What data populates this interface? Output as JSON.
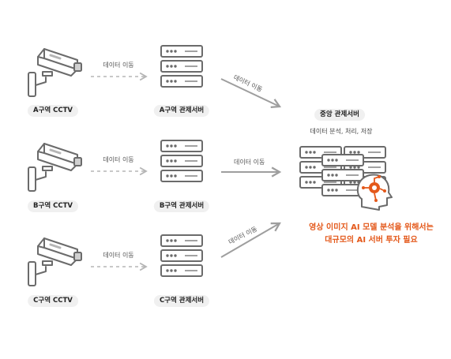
{
  "zones": [
    {
      "camera_label": "A구역 CCTV",
      "server_label": "A구역 관제서버",
      "transfer_label": "데이터 이동"
    },
    {
      "camera_label": "B구역 CCTV",
      "server_label": "B구역 관제서버",
      "transfer_label": "데이터 이동"
    },
    {
      "camera_label": "C구역 CCTV",
      "server_label": "C구역 관제서버",
      "transfer_label": "데이터 이동"
    }
  ],
  "to_central_labels": [
    "데이터 이동",
    "데이터 이동",
    "데이터 이동"
  ],
  "central": {
    "title": "중앙 관제서버",
    "subtitle": "데이터 분석, 처리, 저장"
  },
  "note": {
    "line1": "영상 이미지 AI 모델 분석을 위해서는",
    "line2": "대규모의 AI 서버 투자 필요"
  },
  "colors": {
    "icon_stroke": "#6b6b6b",
    "icon_fill": "#ffffff",
    "arrow": "#9e9e9e",
    "accent": "#e4591b",
    "pill_bg": "#f0f0f0"
  },
  "icons": [
    "cctv-camera-icon",
    "server-rack-icon",
    "ai-head-icon"
  ]
}
